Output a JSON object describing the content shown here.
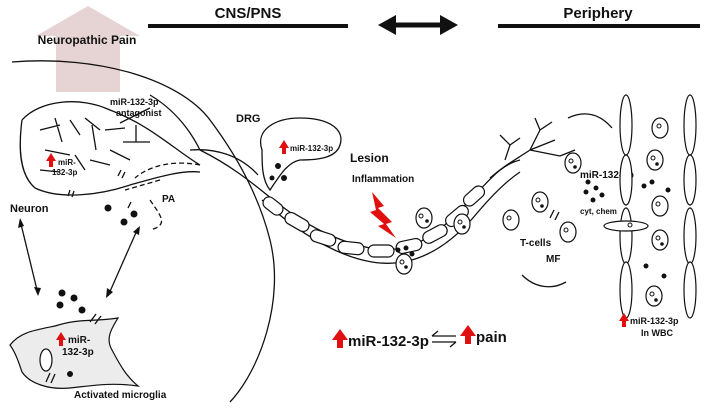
{
  "header": {
    "left_label": "CNS/PNS",
    "right_label": "Periphery"
  },
  "neuropathic_pain": {
    "label": "Neuropathic Pain",
    "color": "#e6d3d3"
  },
  "labels": {
    "antagonist_line1": "miR-132-3p",
    "antagonist_line2": "antagonist",
    "drg": "DRG",
    "drg_mir": "miR-132-3p",
    "neuron_mir_line1": "miR-",
    "neuron_mir_line2": "132-3p",
    "neuron": "Neuron",
    "pa": "PA",
    "lesion": "Lesion",
    "inflammation": "Inflammation",
    "periphery_mir": "miR-132-3p",
    "cyt_chem": "cyt, chem",
    "t_cells": "T-cells",
    "mf": "MF",
    "microglia_mir_line1": "miR-",
    "microglia_mir_line2": "132-3p",
    "activated_microglia": "Activated microglia",
    "wbc_mir": "miR-132-3p",
    "wbc": "In WBC"
  },
  "equation": {
    "left": "miR-132-3p",
    "right": "pain"
  },
  "colors": {
    "up_arrow": "#e01010",
    "lightning": "#e01010",
    "ink": "#111111"
  },
  "icons": [
    "up-arrow-icon",
    "lightning-icon",
    "double-arrow-icon",
    "equilibrium-arrows-icon"
  ]
}
